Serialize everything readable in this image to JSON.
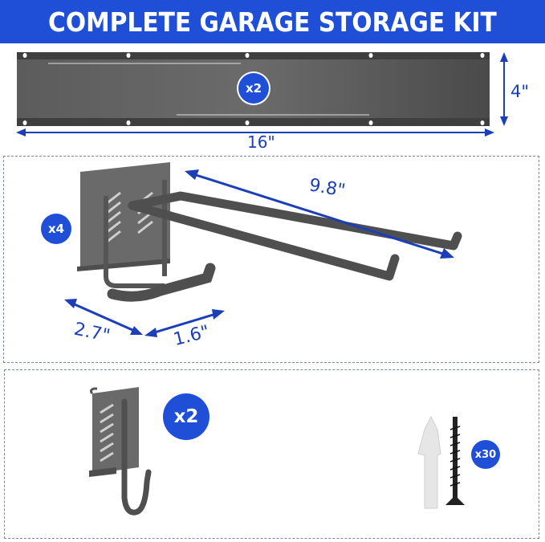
{
  "header": {
    "title": "COMPLETE GARAGE STORAGE KIT"
  },
  "colors": {
    "accent": "#1f4fd6",
    "dimension": "#1c3fb8",
    "metal": "#5a5a5a",
    "panel_border": "#7a8aa5"
  },
  "rail": {
    "quantity": "x2",
    "length": "16\"",
    "height": "4\""
  },
  "double_hook": {
    "quantity": "x4",
    "length": "9.8\"",
    "width": "2.7\"",
    "depth": "1.6\""
  },
  "j_hook": {
    "quantity": "x2"
  },
  "hardware": {
    "quantity": "x30",
    "items": [
      "wall-anchor",
      "screw"
    ]
  }
}
